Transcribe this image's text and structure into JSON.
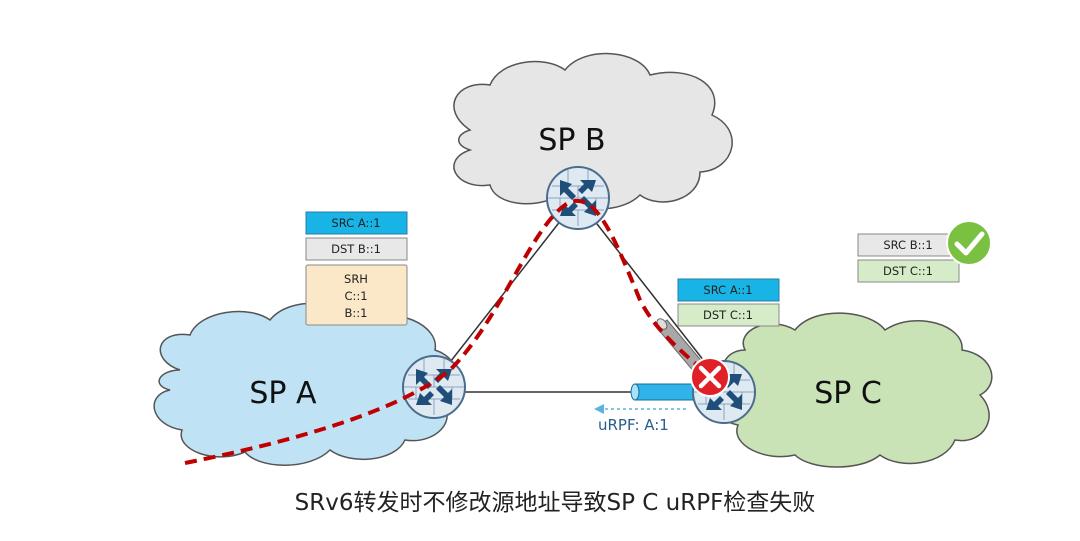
{
  "clouds": {
    "a": {
      "label": "SP A",
      "color": "#bfe3f5"
    },
    "b": {
      "label": "SP B",
      "color": "#e6e6e6"
    },
    "c": {
      "label": "SP C",
      "color": "#c9e3b6"
    }
  },
  "packet_a": {
    "src": "SRC  A::1",
    "dst": "DST B::1",
    "srh_lines": [
      "SRH",
      "C::1",
      "B::1"
    ]
  },
  "packet_bc": {
    "src": "SRC  A::1",
    "dst": "DST C::1"
  },
  "packet_ok": {
    "src": "SRC  B::1",
    "dst": "DST C::1"
  },
  "urpf_label": "uRPF: A:1",
  "caption": "SRv6转发时不修改源地址导致SP C uRPF检查失败",
  "colors": {
    "src_box": "#19b4e6",
    "dst_box": "#e8e8e8",
    "srh_box": "#fbe8c8",
    "ok_dst_box": "#d6ecc8",
    "path": "#c00000",
    "fail": "#e01f26",
    "ok": "#7ac142"
  },
  "icons": [
    "router-icon",
    "fail-x-icon",
    "check-icon"
  ]
}
